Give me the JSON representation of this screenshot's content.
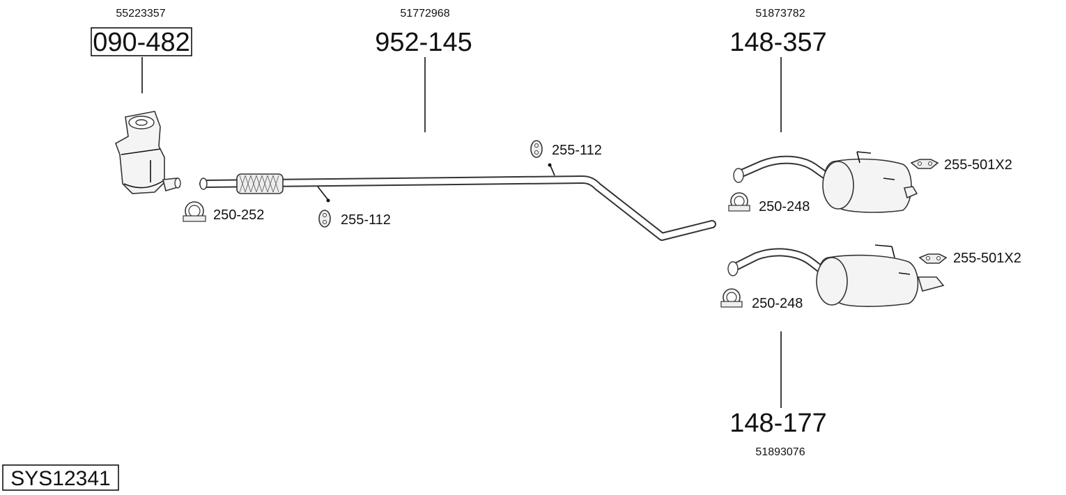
{
  "parts": {
    "catalyst": {
      "oe_number": "55223357",
      "part_number": "090-482"
    },
    "front_pipe": {
      "oe_number": "51772968",
      "part_number": "952-145"
    },
    "rear_silencer_upper": {
      "oe_number": "51873782",
      "part_number": "148-357"
    },
    "rear_silencer_lower": {
      "oe_number": "51893076",
      "part_number": "148-177"
    }
  },
  "accessories": {
    "clamp_catalyst": "250-252",
    "rubber_front": "255-112",
    "rubber_mid": "255-112",
    "clamp_upper": "250-248",
    "mount_upper": "255-501X2",
    "clamp_lower": "250-248",
    "mount_lower": "255-501X2"
  },
  "system": {
    "code": "SYS12341"
  }
}
